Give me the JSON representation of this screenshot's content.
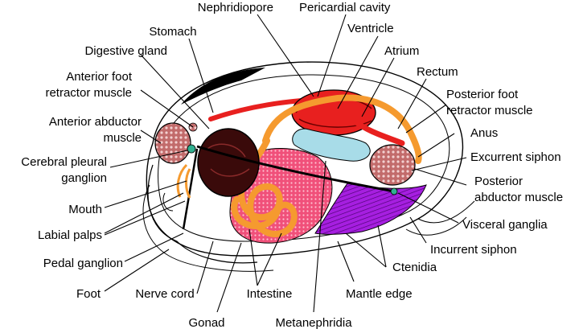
{
  "labels": {
    "nephridiopore": "Nephridiopore",
    "pericardial_cavity": "Pericardial cavity",
    "stomach": "Stomach",
    "ventricle": "Ventricle",
    "digestive_gland": "Digestive gland",
    "atrium": "Atrium",
    "anterior_foot_retractor": [
      "Anterior foot",
      "retractor muscle"
    ],
    "rectum": "Rectum",
    "posterior_foot_retractor": [
      "Posterior foot",
      "retractor muscle"
    ],
    "anterior_abductor": [
      "Anterior abductor",
      "muscle"
    ],
    "anus": "Anus",
    "excurrent_siphon": "Excurrent siphon",
    "cerebral_pleural": [
      "Cerebral pleural",
      "ganglion"
    ],
    "posterior_abductor": [
      "Posterior",
      "abductor muscle"
    ],
    "mouth": "Mouth",
    "visceral_ganglia": "Visceral ganglia",
    "labial_palps": "Labial palps",
    "incurrent_siphon": "Incurrent siphon",
    "pedal_ganglion": "Pedal ganglion",
    "ctenidia": "Ctenidia",
    "foot": "Foot",
    "nerve_cord": "Nerve cord",
    "intestine": "Intestine",
    "mantle_edge": "Mantle edge",
    "gonad": "Gonad",
    "metanephridia": "Metanephridia"
  },
  "colors": {
    "pericardium": "#e8201f",
    "intestine": "#f59a2f",
    "gonad": "#f25a80",
    "kidney": "#a8dce8",
    "ctenidia": "#a020d8",
    "digestive_gland": "#3a0a0a",
    "muscle": "#c06a6a",
    "ganglion": "#30b090"
  }
}
